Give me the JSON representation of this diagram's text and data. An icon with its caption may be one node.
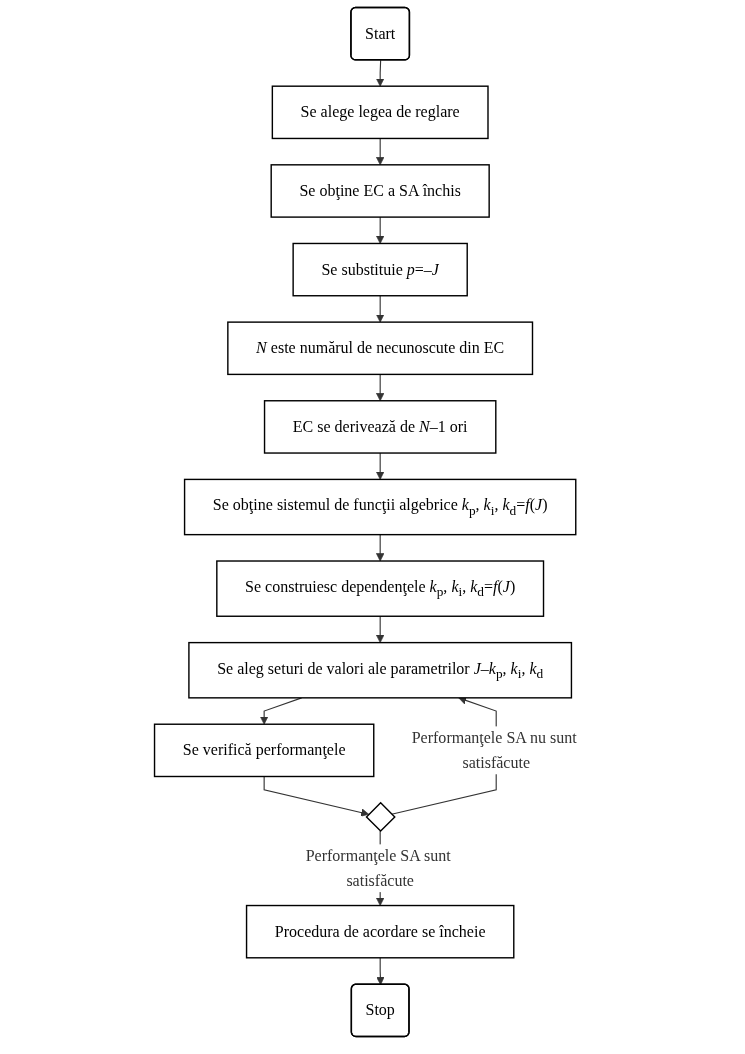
{
  "diagram": {
    "nodes": [
      {
        "text": [
          "Start"
        ]
      },
      {
        "text": [
          "Se alege legea de reglare"
        ]
      },
      {
        "text": [
          "Se obţine EC a SA închis"
        ]
      },
      {
        "text": [
          "Se substituie *p*=–*J*"
        ]
      },
      {
        "text": [
          "*N* este numărul de necunoscute din EC"
        ]
      },
      {
        "text": [
          "EC se derivează de *N*–1 ori"
        ]
      },
      {
        "text": [
          "Se obţine sistemul de funcţii algebrice *k*$_{p}$, *k*$_{i}$, *k*$_{d}$=*f*(*J*)"
        ]
      },
      {
        "text": [
          "Se construiesc dependenţele *k*$_{p}$, *k*$_{i}$, *k*$_{d}$=*f*(*J*)"
        ]
      },
      {
        "text": [
          "Se aleg seturi de valori ale parametrilor *J*–*k*$_{p}$, *k*$_{i}$, *k*$_{d}$"
        ]
      },
      {
        "text": [
          "Se verifică performanţele"
        ]
      },
      {
        "text": [],
        "shape": "diamond"
      },
      {
        "text": [
          "Procedura de acordare se încheie"
        ]
      },
      {
        "text": [
          "Stop"
        ]
      }
    ],
    "edges": [
      {
        "from": 0,
        "to": 1,
        "arrow": "to"
      },
      {
        "from": 1,
        "to": 2,
        "arrow": "to"
      },
      {
        "from": 2,
        "to": 3,
        "arrow": "to"
      },
      {
        "from": 3,
        "to": 4,
        "arrow": "to"
      },
      {
        "from": 4,
        "to": 5,
        "arrow": "to"
      },
      {
        "from": 5,
        "to": 6,
        "arrow": "to"
      },
      {
        "from": 6,
        "to": 7,
        "arrow": "to"
      },
      {
        "from": 7,
        "to": 8,
        "arrow": "to"
      },
      {
        "from": 8,
        "to": 9,
        "arrow": "to"
      },
      {
        "from": 9,
        "to": 10,
        "arrow": "to"
      },
      {
        "from": 10,
        "to": 8,
        "arrow": "to",
        "label": "Performanţele SA nu sunt satisfăcute"
      },
      {
        "from": 10,
        "to": 11,
        "arrow": "to",
        "label": "Performanţele SA sunt satisfăcute"
      },
      {
        "from": 11,
        "to": 12,
        "arrow": "to"
      }
    ]
  }
}
